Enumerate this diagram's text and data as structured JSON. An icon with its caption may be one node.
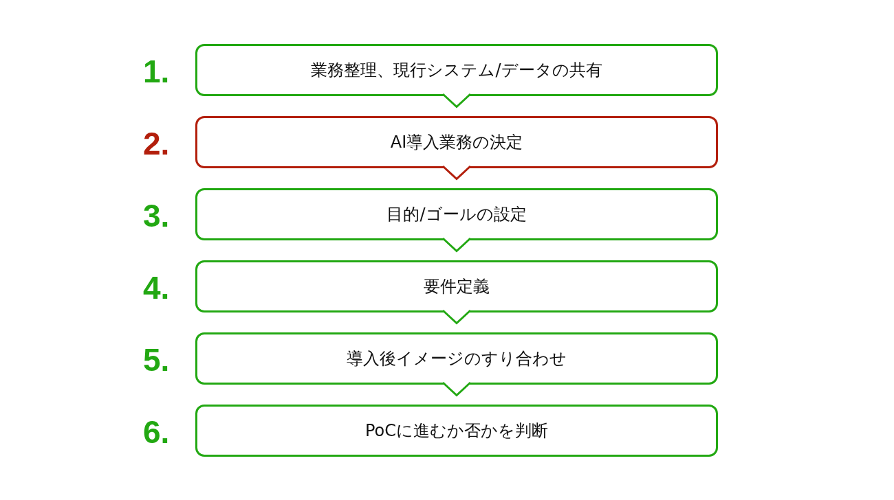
{
  "diagram": {
    "nodes": [
      {
        "text": [
          "業務整理、現行システム/データの共有"
        ],
        "beside": [
          "1."
        ]
      },
      {
        "text": [
          "AI導入業務の決定"
        ],
        "beside": [
          "2."
        ]
      },
      {
        "text": [
          "目的/ゴールの設定"
        ],
        "beside": [
          "3."
        ]
      },
      {
        "text": [
          "要件定義"
        ],
        "beside": [
          "4."
        ]
      },
      {
        "text": [
          "導入後イメージのすり合わせ"
        ],
        "beside": [
          "5."
        ]
      },
      {
        "text": [
          "PoCに進むか否かを判断"
        ],
        "beside": [
          "6."
        ]
      }
    ],
    "edges": [
      {
        "from": 0,
        "to": 1,
        "arrow": "to"
      },
      {
        "from": 1,
        "to": 2,
        "arrow": "to",
        "color": "#b31f0c"
      },
      {
        "from": 2,
        "to": 3,
        "arrow": "to"
      },
      {
        "from": 3,
        "to": 4,
        "arrow": "to"
      },
      {
        "from": 4,
        "to": 5,
        "arrow": "to"
      }
    ]
  }
}
